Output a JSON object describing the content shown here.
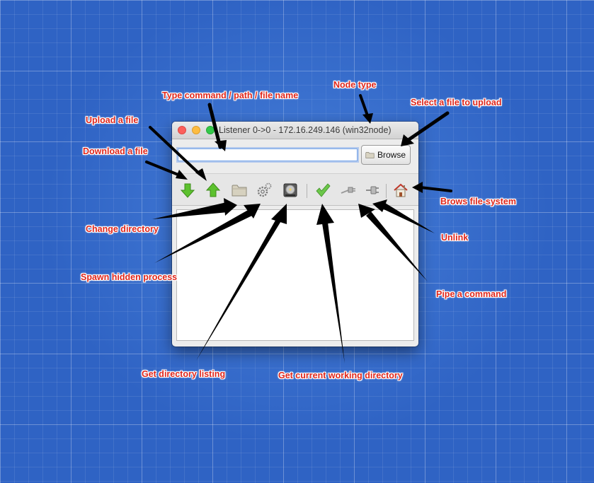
{
  "window": {
    "title": "Listener 0->0 - 172.16.249.146 (win32node)",
    "command_input_value": "",
    "browse_label": "Browse"
  },
  "toolbar_icons": [
    "download-arrow-icon",
    "upload-arrow-icon",
    "folder-icon",
    "gears-icon",
    "hard-drive-icon",
    "checkmark-icon",
    "unplugged-cable-icon",
    "plug-icon",
    "house-icon"
  ],
  "annotations": {
    "type_command": "Type command / path / file name",
    "node_type": "Node type",
    "select_file": "Select a file to upload",
    "upload_file": "Upload a file",
    "download_file": "Download a file",
    "brows_fs": "Brows file-system",
    "change_dir": "Change directory",
    "unlink": "Unlink",
    "spawn_hidden": "Spawn  hidden process",
    "pipe_command": "Pipe  a  command",
    "get_listing": "Get directory listing",
    "get_cwd": "Get current working directory"
  },
  "colors": {
    "background": "#2f63c4",
    "annotation_text": "#e0261b",
    "arrow": "#000000"
  }
}
